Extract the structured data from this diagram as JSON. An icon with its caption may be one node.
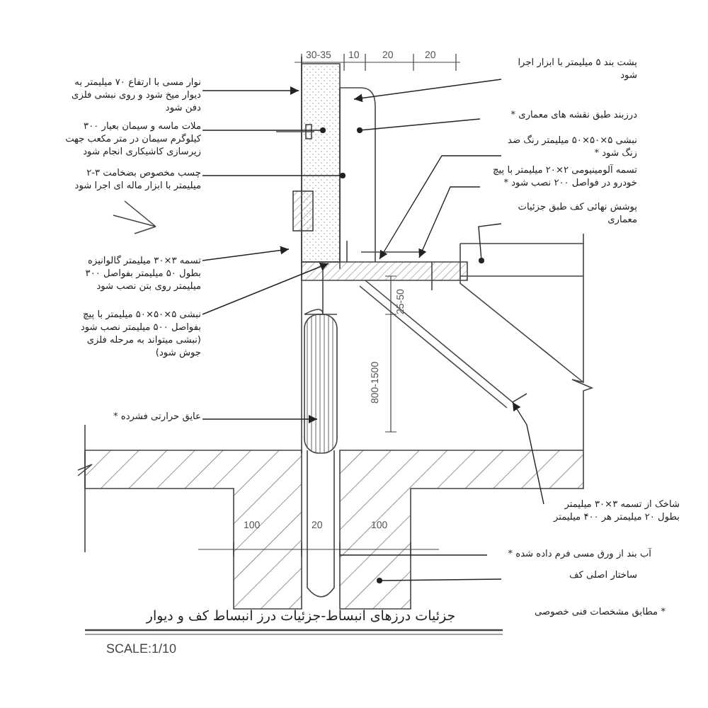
{
  "diagram": {
    "title": "جزئیات درزهای انبساط-جزئیات درز انبساط کف و دیوار",
    "caption": "SCALE:1/10",
    "nodes": [
      {
        "text": [
          "نوار مسی با ارتفاع ۷۰ میلیمتر به دیوار میخ شود و روی نبشی فلزی دفن شود"
        ]
      },
      {
        "text": [
          "ملات ماسه و سیمان بعیار ۳۰۰ کیلوگرم سیمان در متر مکعب جهت زیرسازی کاشیکاری انجام شود"
        ]
      },
      {
        "text": [
          "چسب مخصوص بضخامت ۳-۲ میلیمتر با ابزار ماله ای اجرا شود"
        ]
      },
      {
        "text": [
          "تسمه ۳×۳۰ میلیمتر گالوانیزه بطول ۵۰ میلیمتر بفواصل ۳۰۰ میلیمتر روی بتن نصب شود"
        ]
      },
      {
        "text": [
          "نبشی ۵×۵۰×۵۰ میلیمتر با پیچ بفواصل ۵۰۰ میلیمتر نصب شود (نبشی میتواند به مرحله فلزی جوش شود)"
        ]
      },
      {
        "text": [
          "عایق حرارتی فشرده *"
        ]
      },
      {
        "text": [
          "پشت بند ۵ میلیمتر با ابزار اجرا شود"
        ]
      },
      {
        "text": [
          "درزبند طبق نقشه های معماری *"
        ]
      },
      {
        "text": [
          "نبشی ۵×۵۰×۵۰ میلیمتر رنگ ضد زنگ شود *"
        ]
      },
      {
        "text": [
          "تسمه آلومینیومی ۲×۲۰ میلیمتر با پیچ خودرو در فواصل ۲۰۰ نصب شود *"
        ]
      },
      {
        "text": [
          "پوشش نهائی کف طبق جزئیات معماری"
        ]
      },
      {
        "text": [
          "شاخک از تسمه ۳×۳۰ میلیمتر بطول ۲۰ میلیمتر هر ۴۰۰ میلیمتر"
        ]
      },
      {
        "text": [
          "آب بند از ورق مسی فرم داده شده *"
        ]
      },
      {
        "text": [
          "ساختار اصلی کف"
        ]
      }
    ],
    "edges": [
      {
        "from": 0,
        "to": null,
        "arrow": "to"
      },
      {
        "from": 1,
        "to": null,
        "arrow": "other"
      },
      {
        "from": 2,
        "to": null,
        "arrow": "other"
      },
      {
        "from": 3,
        "to": null,
        "arrow": "to"
      },
      {
        "from": 4,
        "to": null,
        "arrow": "to"
      },
      {
        "from": 5,
        "to": null,
        "arrow": "to"
      },
      {
        "from": 6,
        "to": null,
        "arrow": "to"
      },
      {
        "from": 7,
        "to": null,
        "arrow": "other"
      },
      {
        "from": 8,
        "to": null,
        "arrow": "to"
      },
      {
        "from": 9,
        "to": null,
        "arrow": "to"
      },
      {
        "from": 10,
        "to": null,
        "arrow": "other"
      },
      {
        "from": 11,
        "to": null,
        "arrow": "to"
      },
      {
        "from": 12,
        "to": null,
        "arrow": "none"
      },
      {
        "from": 13,
        "to": null,
        "arrow": "other"
      }
    ],
    "labels": [
      "30-35",
      "10",
      "20",
      "20",
      "25-50",
      "800-1500",
      "100",
      "20",
      "100",
      "* مطابق مشخصات فنی خصوصی"
    ]
  }
}
